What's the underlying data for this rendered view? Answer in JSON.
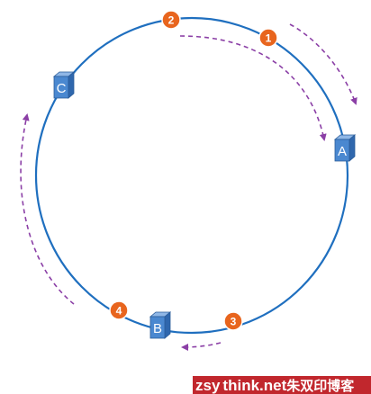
{
  "colors": {
    "ring": "#1f6fbf",
    "server_face": "#4a88d0",
    "server_side": "#2f67ad",
    "server_top": "#8fb7e6",
    "server_edge": "#2a5c99",
    "key_marker": "#e8651e",
    "arrow": "#8b3fa6",
    "watermark_bg": "#c1272d",
    "watermark_text": "#ffffff"
  },
  "servers": [
    {
      "label": "A"
    },
    {
      "label": "B"
    },
    {
      "label": "C"
    }
  ],
  "keys": [
    {
      "label": "1"
    },
    {
      "label": "2"
    },
    {
      "label": "3"
    },
    {
      "label": "4"
    }
  ],
  "watermark": {
    "prefix": "zsy",
    "domain": "think.net",
    "suffix": "朱双印博客"
  }
}
